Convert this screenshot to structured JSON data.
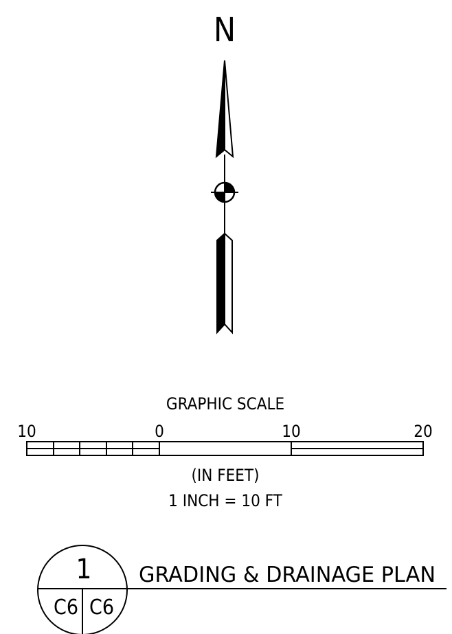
{
  "north_arrow": {
    "label": "N"
  },
  "graphic_scale": {
    "title": "GRAPHIC SCALE",
    "tick_labels": [
      "10",
      "0",
      "10",
      "20"
    ],
    "units": "(IN FEET)",
    "ratio": "1 INCH = 10 FT"
  },
  "detail_callout": {
    "number": "1",
    "sheet_left": "C6",
    "sheet_right": "C6",
    "title": "GRADING & DRAINAGE PLAN"
  }
}
